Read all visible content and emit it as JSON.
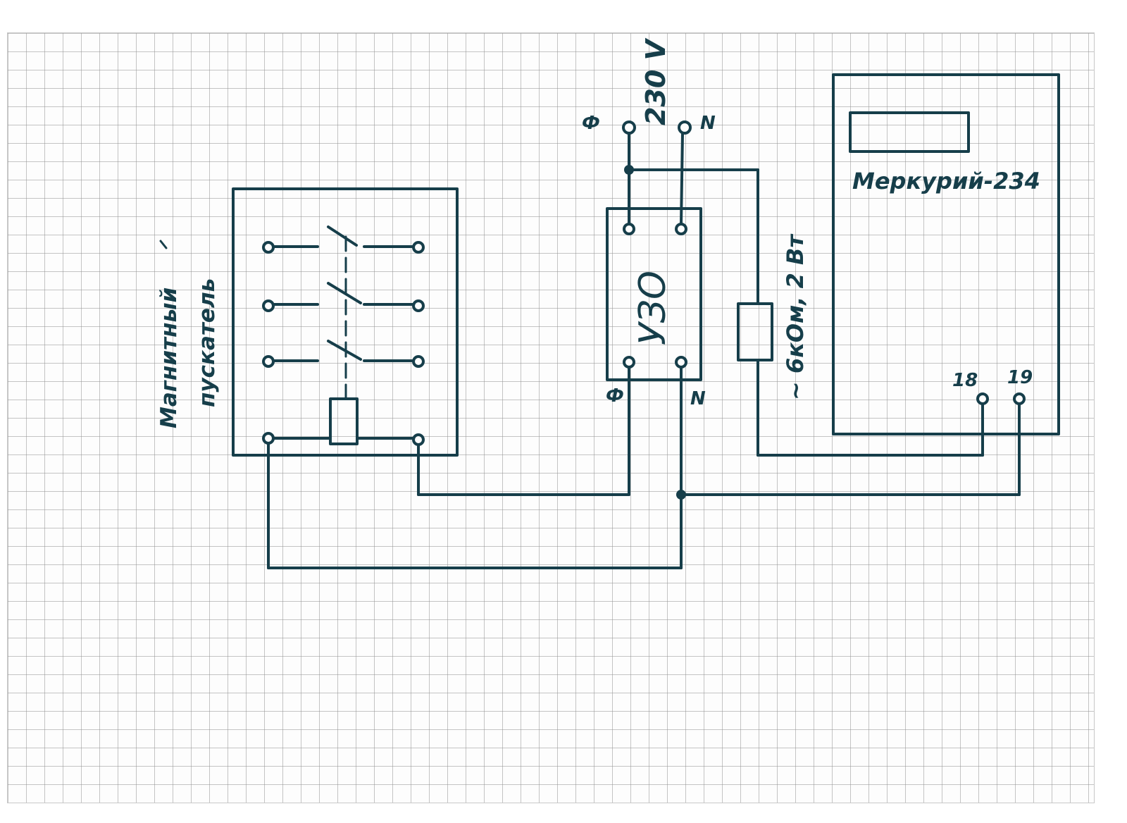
{
  "colors": {
    "ink": "#163e4a",
    "paper": "#fdfdfd",
    "grid": "#969696"
  },
  "labels": {
    "starter_line1": "Магнитный",
    "starter_line2": "пускатель",
    "voltage": "230 V",
    "phase_top": "Ф",
    "neutral_top": "N",
    "rcd": "УЗО",
    "phase_bottom": "Ф",
    "neutral_bottom": "N",
    "resistor": "~ 6кОм, 2 Вт",
    "meter": "Меркурий-234",
    "terminal_18": "18",
    "terminal_19": "19"
  }
}
